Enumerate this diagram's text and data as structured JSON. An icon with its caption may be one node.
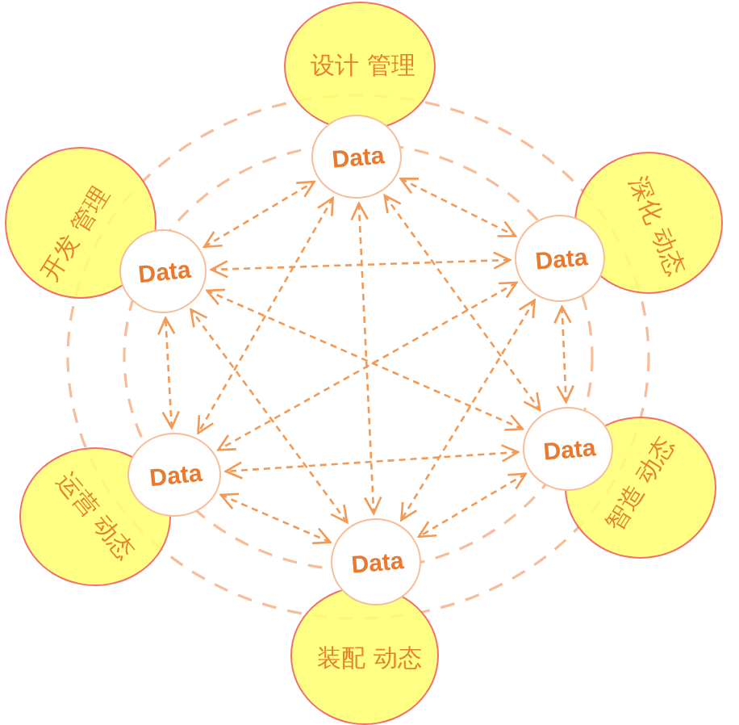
{
  "diagram": {
    "nodes": [
      {
        "text": [
          "设计 管理"
        ]
      },
      {
        "text": [
          "深化 动态"
        ]
      },
      {
        "text": [
          "智造 动态"
        ]
      },
      {
        "text": [
          "装配 动态"
        ]
      },
      {
        "text": [
          "运营 动态"
        ]
      },
      {
        "text": [
          "开发 管理"
        ]
      },
      {
        "text": [
          "Data"
        ]
      },
      {
        "text": [
          "Data"
        ]
      },
      {
        "text": [
          "Data"
        ]
      },
      {
        "text": [
          "Data"
        ]
      },
      {
        "text": [
          "Data"
        ]
      },
      {
        "text": [
          "Data"
        ]
      }
    ],
    "edges": [
      {
        "from": 6,
        "to": 7,
        "arrow": "both",
        "style": "dashed"
      },
      {
        "from": 7,
        "to": 8,
        "arrow": "both",
        "style": "dashed"
      },
      {
        "from": 8,
        "to": 9,
        "arrow": "both",
        "style": "dashed"
      },
      {
        "from": 9,
        "to": 10,
        "arrow": "both",
        "style": "dashed"
      },
      {
        "from": 10,
        "to": 11,
        "arrow": "both",
        "style": "dashed"
      },
      {
        "from": 11,
        "to": 6,
        "arrow": "both",
        "style": "dashed"
      },
      {
        "from": 6,
        "to": 8,
        "arrow": "both",
        "style": "dashed"
      },
      {
        "from": 6,
        "to": 9,
        "arrow": "both",
        "style": "dashed"
      },
      {
        "from": 6,
        "to": 10,
        "arrow": "both",
        "style": "dashed"
      },
      {
        "from": 7,
        "to": 9,
        "arrow": "both",
        "style": "dashed"
      },
      {
        "from": 7,
        "to": 10,
        "arrow": "both",
        "style": "dashed"
      },
      {
        "from": 7,
        "to": 11,
        "arrow": "both",
        "style": "dashed"
      },
      {
        "from": 8,
        "to": 10,
        "arrow": "both",
        "style": "dashed"
      },
      {
        "from": 8,
        "to": 11,
        "arrow": "both",
        "style": "dashed"
      },
      {
        "from": 9,
        "to": 11,
        "arrow": "both",
        "style": "dashed"
      }
    ]
  }
}
